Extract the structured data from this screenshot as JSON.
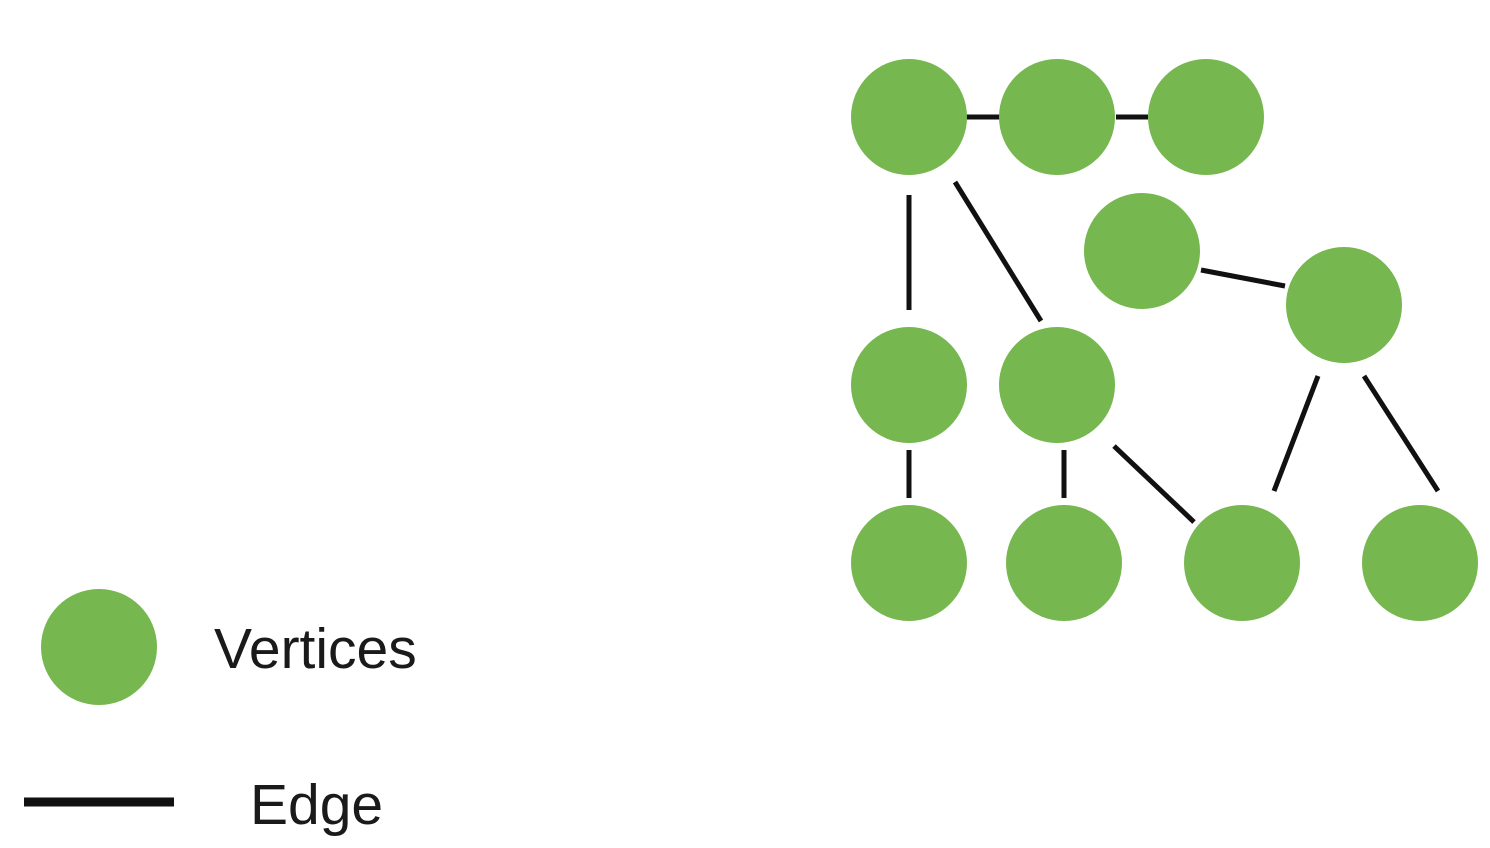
{
  "colors": {
    "vertex": "#76b750",
    "edge": "#111111",
    "background": "#ffffff"
  },
  "graph": {
    "vertices": [
      {
        "id": "v1"
      },
      {
        "id": "v2"
      },
      {
        "id": "v3"
      },
      {
        "id": "v4"
      },
      {
        "id": "v5"
      },
      {
        "id": "v6"
      },
      {
        "id": "v7"
      },
      {
        "id": "v8"
      },
      {
        "id": "v9"
      },
      {
        "id": "v10"
      },
      {
        "id": "v11"
      }
    ],
    "edges": [
      {
        "from": "v1",
        "to": "v2"
      },
      {
        "from": "v2",
        "to": "v3"
      },
      {
        "from": "v1",
        "to": "v6"
      },
      {
        "from": "v1",
        "to": "v7"
      },
      {
        "from": "v4",
        "to": "v5"
      },
      {
        "from": "v6",
        "to": "v8"
      },
      {
        "from": "v7",
        "to": "v9"
      },
      {
        "from": "v7",
        "to": "v10"
      },
      {
        "from": "v5",
        "to": "v10"
      },
      {
        "from": "v5",
        "to": "v11"
      }
    ]
  },
  "legend": {
    "vertex_label": "Vertices",
    "edge_label": "Edge"
  }
}
